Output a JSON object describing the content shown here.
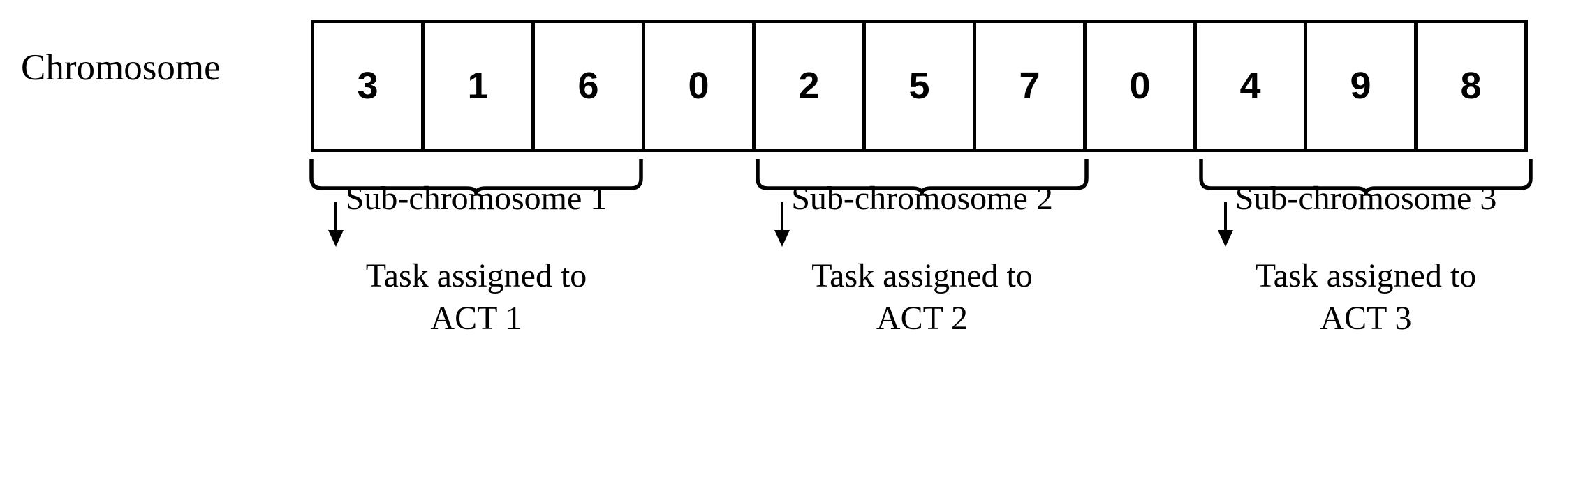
{
  "figure": {
    "type": "chromosome-encoding-diagram",
    "row_label": "Chromosome",
    "colors": {
      "stroke": "#000000",
      "background": "#ffffff"
    }
  },
  "chromosome": {
    "label": "Chromosome",
    "genes": [
      {
        "value": "3"
      },
      {
        "value": "1"
      },
      {
        "value": "6"
      },
      {
        "value": "0"
      },
      {
        "value": "2"
      },
      {
        "value": "5"
      },
      {
        "value": "7"
      },
      {
        "value": "0"
      },
      {
        "value": "4"
      },
      {
        "value": "9"
      },
      {
        "value": "8"
      }
    ],
    "sequence": "3 1 6 0 2 5 7 0 4 9 8",
    "separator_value": "0"
  },
  "groups": [
    {
      "id": 1,
      "brace_label": "Sub-chromosome 1",
      "genes": [
        "3",
        "1",
        "6"
      ],
      "arrow": "down-arrow-icon",
      "task_line1": "Task assigned to",
      "task_line2": "ACT 1"
    },
    {
      "id": 2,
      "brace_label": "Sub-chromosome 2",
      "genes": [
        "2",
        "5",
        "7"
      ],
      "arrow": "down-arrow-icon",
      "task_line1": "Task assigned to",
      "task_line2": "ACT 2"
    },
    {
      "id": 3,
      "brace_label": "Sub-chromosome 3",
      "genes": [
        "4",
        "9",
        "8"
      ],
      "arrow": "down-arrow-icon",
      "task_line1": "Task assigned to",
      "task_line2": "ACT 3"
    }
  ]
}
